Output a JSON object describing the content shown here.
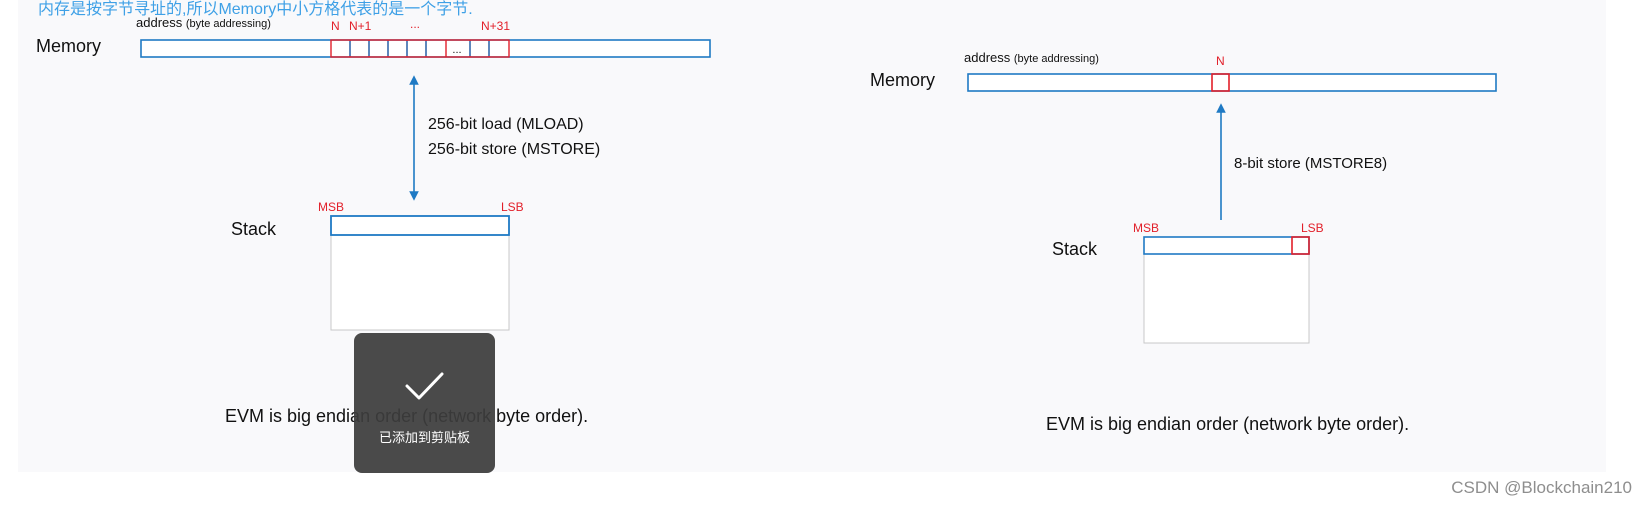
{
  "note": "内存是按字节寻址的,所以Memory中小方格代表的是一个字节.",
  "left_diagram": {
    "memory_label": "Memory",
    "address_label": "address",
    "address_sub": "(byte addressing)",
    "cell_labels": [
      "N",
      "N+1",
      "...",
      "N+31"
    ],
    "inner_ellipsis": "...",
    "load_label": "256-bit load (MLOAD)",
    "store_label": "256-bit store (MSTORE)",
    "msb": "MSB",
    "lsb": "LSB",
    "stack_label": "Stack",
    "caption": "EVM is big endian order (network byte order)."
  },
  "right_diagram": {
    "memory_label": "Memory",
    "address_label": "address",
    "address_sub": "(byte addressing)",
    "cell_label": "N",
    "store_label": "8-bit store (MSTORE8)",
    "msb": "MSB",
    "lsb": "LSB",
    "stack_label": "Stack",
    "caption": "EVM is big endian order (network byte order)."
  },
  "toast": {
    "icon": "checkmark-icon",
    "text": "已添加到剪贴板"
  },
  "watermark": "CSDN @Blockchain210",
  "colors": {
    "blue": "#1f7ac4",
    "red": "#e2202a",
    "note": "#3ea0e6"
  }
}
